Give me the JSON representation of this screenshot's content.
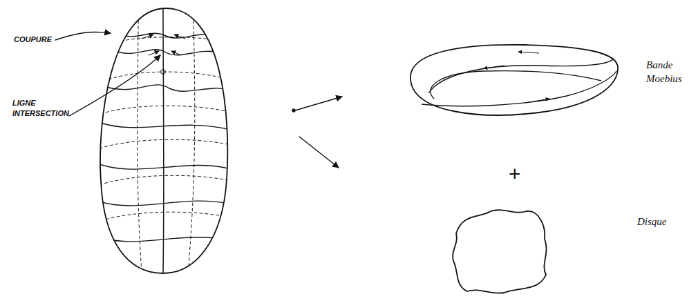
{
  "diagram": {
    "nodes": [
      {
        "text": [
          "Bande Moebius"
        ]
      },
      {
        "text": [
          "Disque"
        ]
      }
    ],
    "labels": [
      "COUPURE",
      "LIGNE INTERSECTION",
      "+"
    ]
  }
}
